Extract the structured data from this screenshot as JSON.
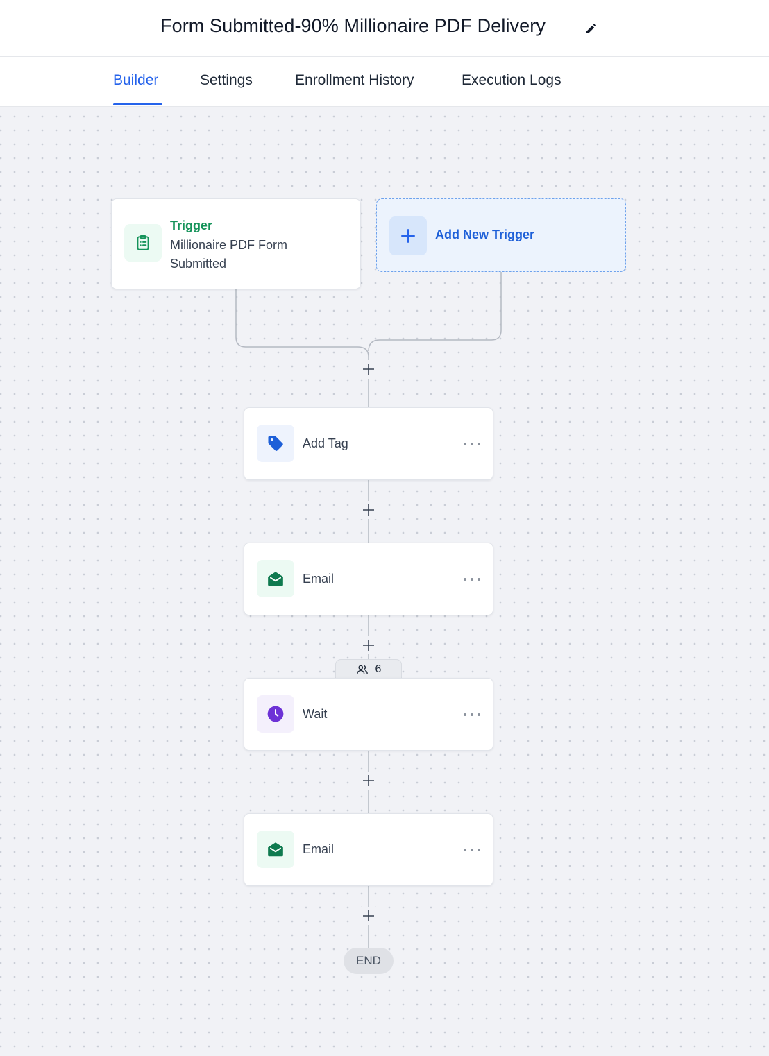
{
  "header": {
    "title": "Form Submitted-90% Millionaire PDF Delivery",
    "edit_icon": "pencil-icon"
  },
  "tabs": [
    {
      "label": "Builder",
      "active": true
    },
    {
      "label": "Settings",
      "active": false
    },
    {
      "label": "Enrollment History",
      "active": false
    },
    {
      "label": "Execution Logs",
      "active": false
    }
  ],
  "trigger": {
    "label": "Trigger",
    "description": "Millionaire PDF Form Submitted",
    "icon": "clipboard-list-icon"
  },
  "add_trigger": {
    "label": "Add New Trigger",
    "icon": "plus-icon"
  },
  "actions": [
    {
      "label": "Add Tag",
      "icon": "tag-icon"
    },
    {
      "label": "Email",
      "icon": "envelope-open-icon"
    },
    {
      "label": "Wait",
      "icon": "clock-icon"
    },
    {
      "label": "Email",
      "icon": "envelope-open-icon"
    }
  ],
  "contacts_badge": {
    "count": "6",
    "icon": "users-icon"
  },
  "end_label": "END",
  "colors": {
    "accent": "#2563eb",
    "trigger_green": "#15935a",
    "email_green": "#0f7a4f",
    "tag_blue": "#1d5fd8",
    "wait_purple": "#6d32d6"
  }
}
